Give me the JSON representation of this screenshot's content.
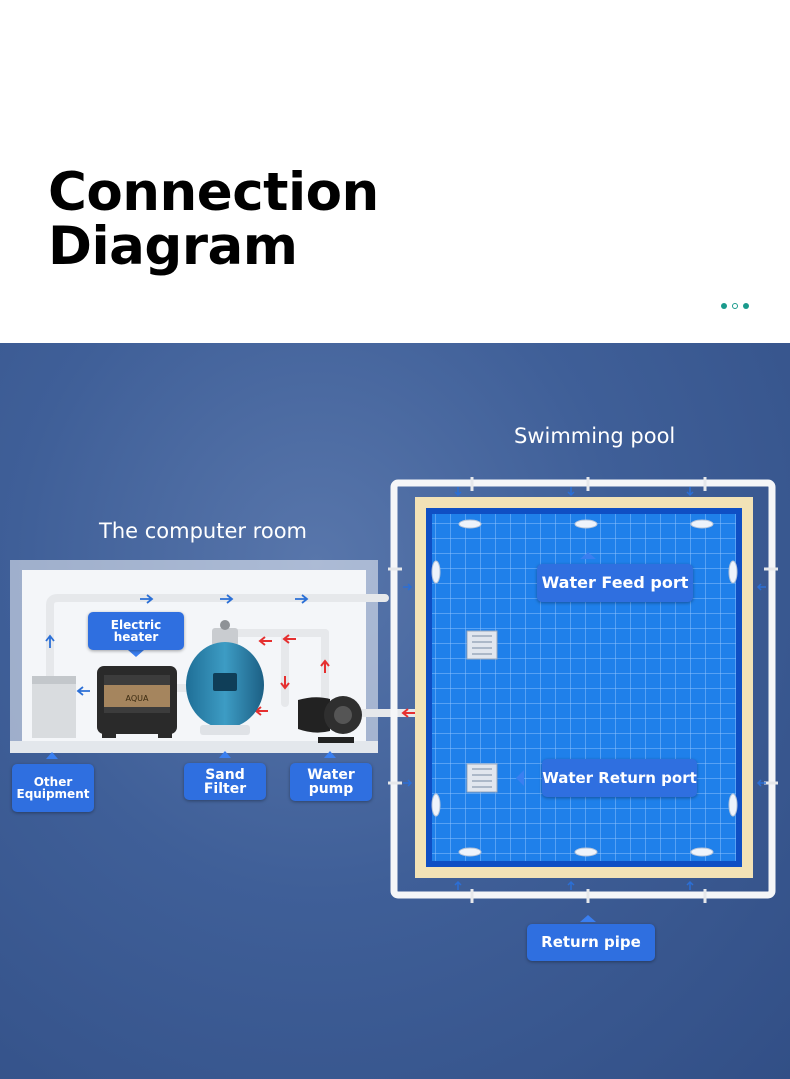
{
  "header": {
    "title_line1": "Connection",
    "title_line2": "Diagram"
  },
  "diagram": {
    "room_caption": "The computer room",
    "pool_caption": "Swimming pool",
    "heater_brand": "AQUA",
    "labels": {
      "electric_heater": "Electric heater",
      "other_equipment": "Other\nEquipment",
      "sand_filter": "Sand\nFilter",
      "water_pump": "Water\npump",
      "water_feed_port": "Water Feed port",
      "water_return_port": "Water Return port",
      "return_pipe": "Return pipe"
    }
  },
  "colors": {
    "label_bg": "#2f6fe0",
    "flow_arrow": "#e53030",
    "pipe_arrow": "#2b6fd6",
    "pool_water": "#1e7fe8",
    "pool_rim": "#f2e2b6",
    "background": "#3f5f98",
    "dot_accent": "#1a9a8c"
  }
}
